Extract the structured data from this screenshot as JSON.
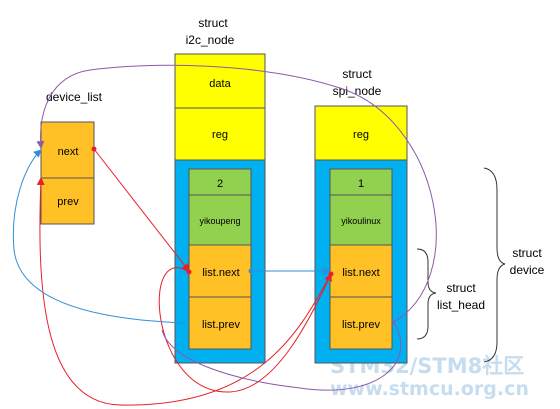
{
  "title_i2c": [
    "struct",
    "i2c_node"
  ],
  "title_spi": [
    "struct",
    "spi_node"
  ],
  "device_list_label": "device_list",
  "device_list_fields": {
    "next": "next",
    "prev": "prev"
  },
  "i2c_fields": {
    "data": "data",
    "reg": "reg",
    "id": "2",
    "name": "yikoupeng",
    "next": "list.next",
    "prev": "list.prev"
  },
  "spi_fields": {
    "reg": "reg",
    "id": "1",
    "name": "yikoulinux",
    "next": "list.next",
    "prev": "list.prev"
  },
  "brace_list_head": [
    "struct",
    "list_head"
  ],
  "brace_device": [
    "struct",
    "device"
  ],
  "watermark": {
    "line1": "STM32/STM8社区",
    "line2": "www.stmcu.org.cn"
  },
  "colors": {
    "yellow": "#ffff00",
    "orange": "#ffc125",
    "green": "#92d050",
    "blue": "#00b0f0",
    "red": "#e8202a",
    "purple": "#8e5aa8",
    "cyan_arrow": "#2f8fd8"
  }
}
